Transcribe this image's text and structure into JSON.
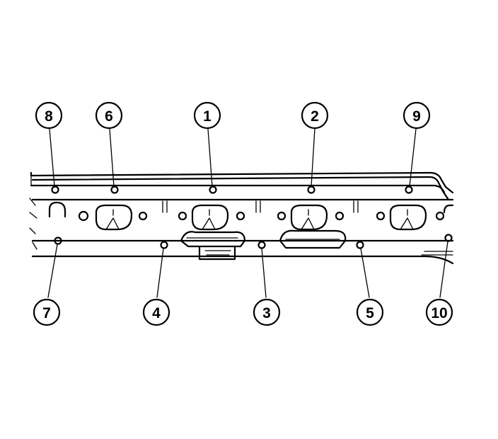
{
  "diagram": {
    "callouts_top": [
      {
        "label": "8"
      },
      {
        "label": "6"
      },
      {
        "label": "1"
      },
      {
        "label": "2"
      },
      {
        "label": "9"
      }
    ],
    "callouts_bottom": [
      {
        "label": "7"
      },
      {
        "label": "4"
      },
      {
        "label": "3"
      },
      {
        "label": "5"
      },
      {
        "label": "10"
      }
    ]
  }
}
